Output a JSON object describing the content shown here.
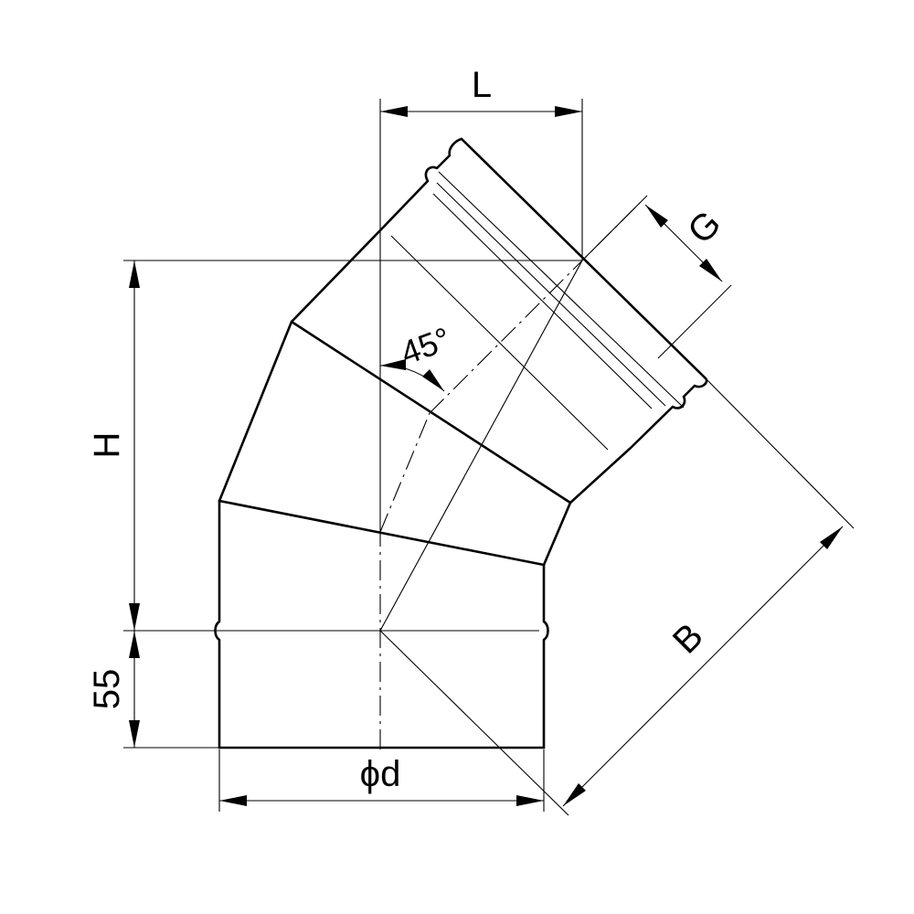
{
  "labels": {
    "L": "L",
    "G": "G",
    "H": "H",
    "B": "B",
    "depth": "55",
    "angle": "45°",
    "diameter": "ϕd"
  },
  "colors": {
    "ink": "#000000",
    "background": "#ffffff"
  }
}
